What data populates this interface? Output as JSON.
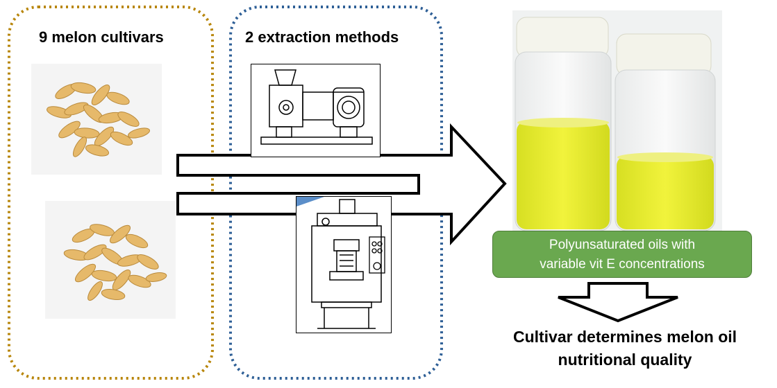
{
  "panels": {
    "cultivars_title": "9 melon cultivars",
    "methods_title": "2 extraction methods"
  },
  "result": {
    "oil_description_line1": "Polyunsaturated oils with",
    "oil_description_line2": "variable vit E concentrations",
    "conclusion_line1": "Cultivar determines melon oil",
    "conclusion_line2": "nutritional quality"
  },
  "icons": {
    "seed_photo_top": "melon-seeds-photo",
    "seed_photo_bottom": "melon-seeds-photo",
    "screw_press": "screw-press-icon",
    "hydraulic_press": "hydraulic-press-icon",
    "oil_jars": "oil-jars-photo"
  },
  "colors": {
    "cultivar_border": "#b8860b",
    "method_border": "#2e5f96",
    "label_fill": "#6aa84f",
    "oil": "#e8ec2a"
  }
}
